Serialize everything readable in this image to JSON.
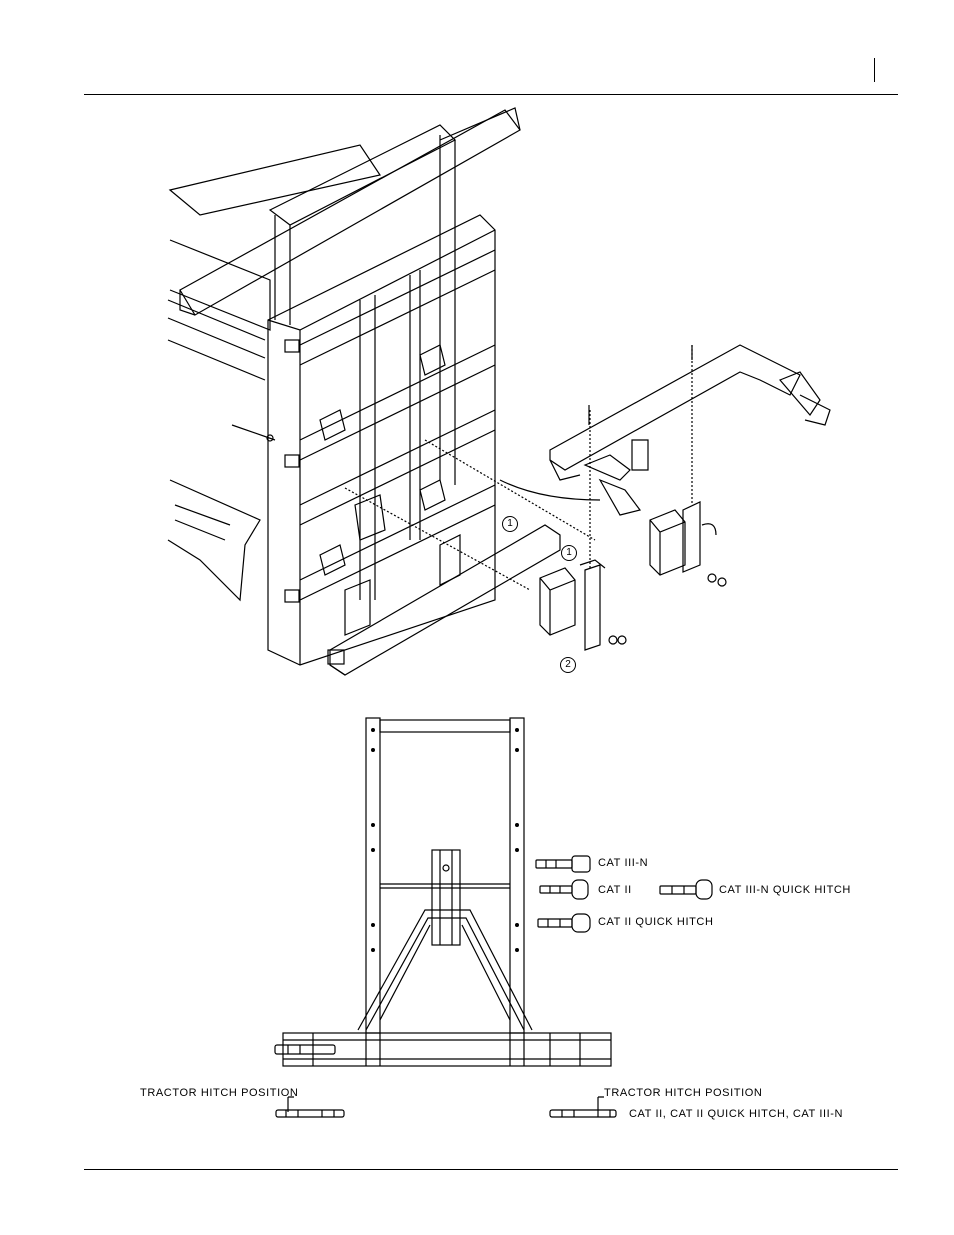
{
  "callouts": {
    "c1a": "1",
    "c1b": "1",
    "c2": "2"
  },
  "pin_labels": {
    "cat3n": "CAT III-N",
    "cat2": "CAT II",
    "cat3n_quick": "CAT III-N QUICK HITCH",
    "cat2_quick": "CAT II QUICK HITCH"
  },
  "tractor_hitch": {
    "left_label": "TRACTOR HITCH POSITION",
    "right_label": "TRACTOR HITCH POSITION",
    "right_sub": "CAT II, CAT II QUICK HITCH, CAT III-N"
  }
}
